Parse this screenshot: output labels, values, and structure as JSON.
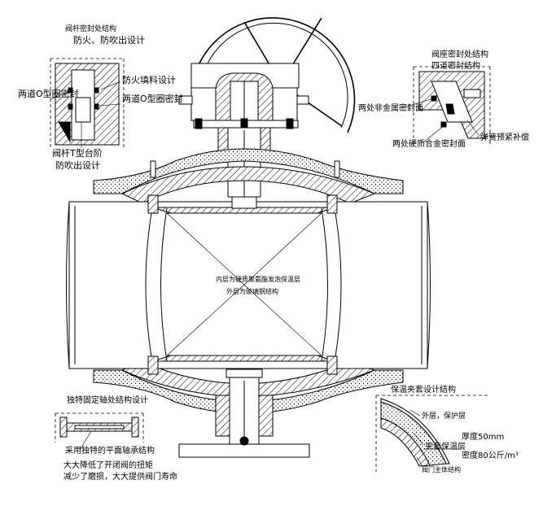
{
  "labels": {
    "stem_title": "阀杆密封处结构",
    "stem_sub": "防火、防吹出设计",
    "fire_packing": "防火填料设计",
    "two_oring_left": "两道O型圈密封",
    "two_oring_right": "两道O型圈密封",
    "stem_t_step": "阀杆T型台阶",
    "stem_blowout": "防吹出设计",
    "seat_title": "阀座密封处结构",
    "seat_sub": "四道密封结构",
    "two_nonmetal": "两处非金属密封面",
    "spring_preload": "弹簧预紧补偿",
    "two_hard_alloy": "两处硬质合金密封面",
    "inner_layer": "内层为硬质聚氨酯发泡保温层",
    "outer_layer": "外层为玻璃钢结构",
    "trunnion_title": "独特固定轴处结构设计",
    "thrust_bearing": "采用独特的平面轴承结构",
    "torque_line1": "大大降低了开闭阀的扭矩",
    "torque_line2": "减少了磨损，大大提供阀门寿命",
    "jacket_title": "保温夹套设计结构",
    "jacket_outer": "外层，保护层",
    "thickness": "厚度50mm",
    "jacket_layer": "夹套保温层",
    "density": "密度80公斤/m³",
    "valve_body": "阀门主体结构"
  }
}
